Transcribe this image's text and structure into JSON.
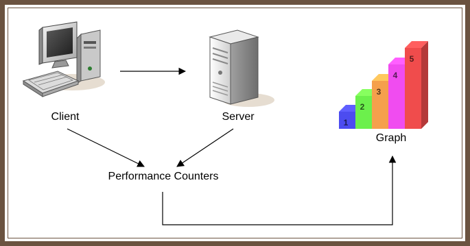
{
  "nodes": {
    "client": "Client",
    "server": "Server",
    "counters": "Performance Counters",
    "graph": "Graph"
  },
  "graph_bars": [
    {
      "label": "1",
      "color": "#4c4cf0"
    },
    {
      "label": "2",
      "color": "#6cf04c"
    },
    {
      "label": "3",
      "color": "#f5a04c"
    },
    {
      "label": "4",
      "color": "#f04cf0"
    },
    {
      "label": "5",
      "color": "#f04c4c"
    }
  ],
  "colors": {
    "frame": "#6b5340",
    "arrow": "#000000"
  }
}
